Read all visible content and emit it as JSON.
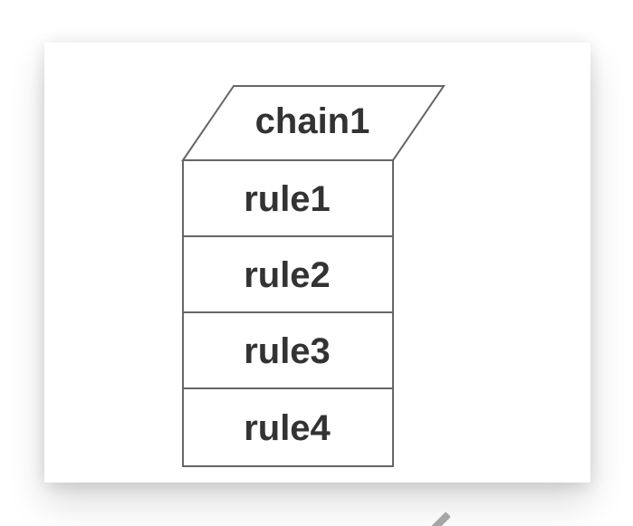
{
  "diagram": {
    "chain": {
      "label": "chain1"
    },
    "rules": [
      {
        "label": "rule1"
      },
      {
        "label": "rule2"
      },
      {
        "label": "rule3"
      },
      {
        "label": "rule4"
      }
    ],
    "stroke_color": "#666666",
    "text_color": "#333333",
    "fill_color": "#ffffff"
  },
  "page": {
    "background_color": "#ffffff",
    "card_background_color": "#ffffff"
  },
  "artifact": {
    "color": "#a6a6a6"
  }
}
